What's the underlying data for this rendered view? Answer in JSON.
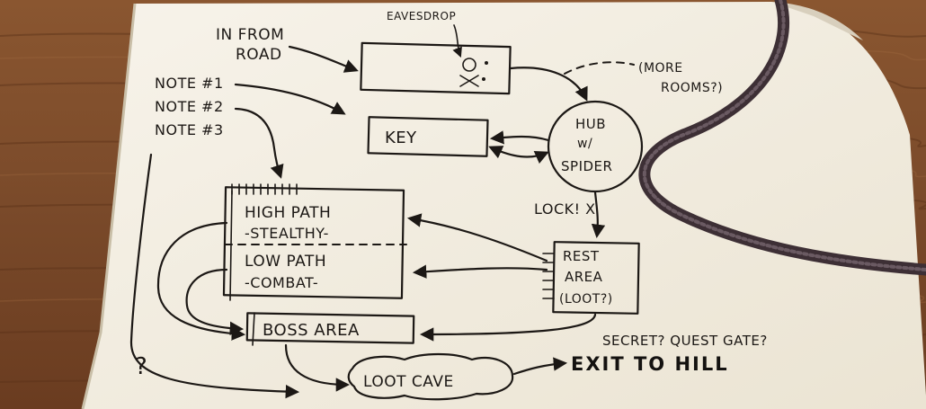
{
  "photo": {
    "surface": "wooden-table",
    "object": "sketchbook-page",
    "strap": "elastic-band"
  },
  "colors": {
    "wood": "#7a4a2a",
    "wood_dark": "#5a3118",
    "paper": "#f4efe3",
    "ink": "#1c1815",
    "strap": "#4a3a40"
  },
  "sketch": {
    "in_from_road_1": "IN FROM",
    "in_from_road_2": "ROAD",
    "eavesdrop": "EAVESDROP",
    "more_rooms_1": "(MORE",
    "more_rooms_2": "ROOMS?)",
    "note1": "NOTE #1",
    "note2": "NOTE #2",
    "note3": "NOTE #3",
    "key": "KEY",
    "hub_1": "HUB",
    "hub_2": "w/",
    "hub_3": "SPIDER",
    "lock": "LOCK! X",
    "high_path": "HIGH PATH",
    "stealthy": "-STEALTHY-",
    "low_path": "LOW PATH",
    "combat": "-COMBAT-",
    "rest_1": "REST",
    "rest_2": "AREA",
    "rest_3": "(LOOT?)",
    "boss_area": "BOSS AREA",
    "secret_gate": "SECRET? QUEST GATE?",
    "question": "?",
    "loot_cave": "LOOT CAVE",
    "exit_to_hill": "EXIT TO HILL"
  }
}
